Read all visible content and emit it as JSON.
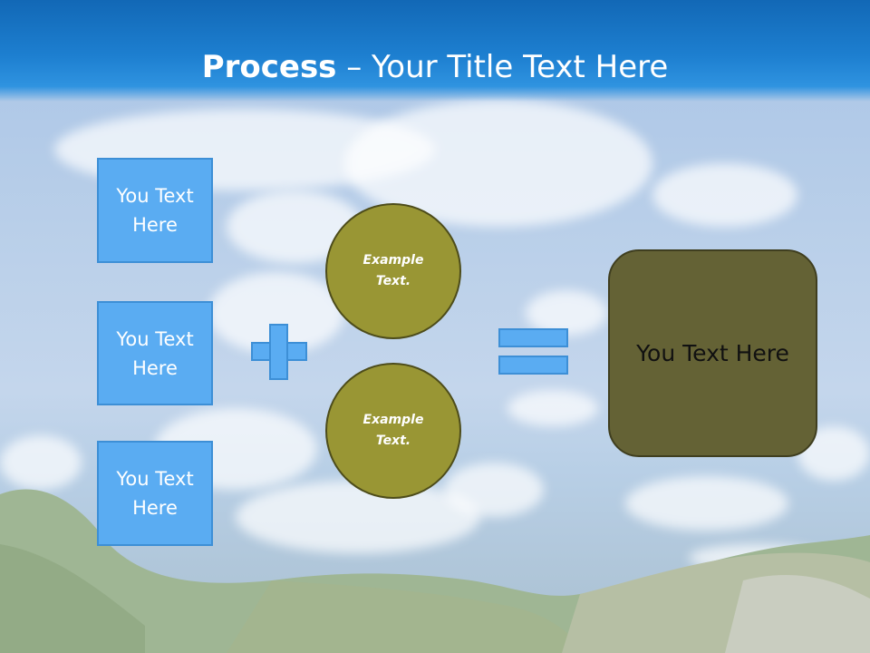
{
  "title": {
    "bold": "Process",
    "rest": " – Your Title Text Here"
  },
  "left_boxes": [
    {
      "line1": "You Text",
      "line2": "Here"
    },
    {
      "line1": "You Text",
      "line2": "Here"
    },
    {
      "line1": "You Text",
      "line2": "Here"
    }
  ],
  "circles": [
    {
      "line1": "Example",
      "line2": "Text."
    },
    {
      "line1": "Example",
      "line2": "Text."
    }
  ],
  "result": {
    "label": "You Text Here"
  },
  "colors": {
    "title_bar": "#1d7fd0",
    "box_fill": "#5aacf2",
    "box_border": "#3d8fd6",
    "circle_fill": "#999634",
    "result_fill": "#646235"
  },
  "icons": {
    "plus": "plus-icon",
    "equals": "equals-icon"
  }
}
